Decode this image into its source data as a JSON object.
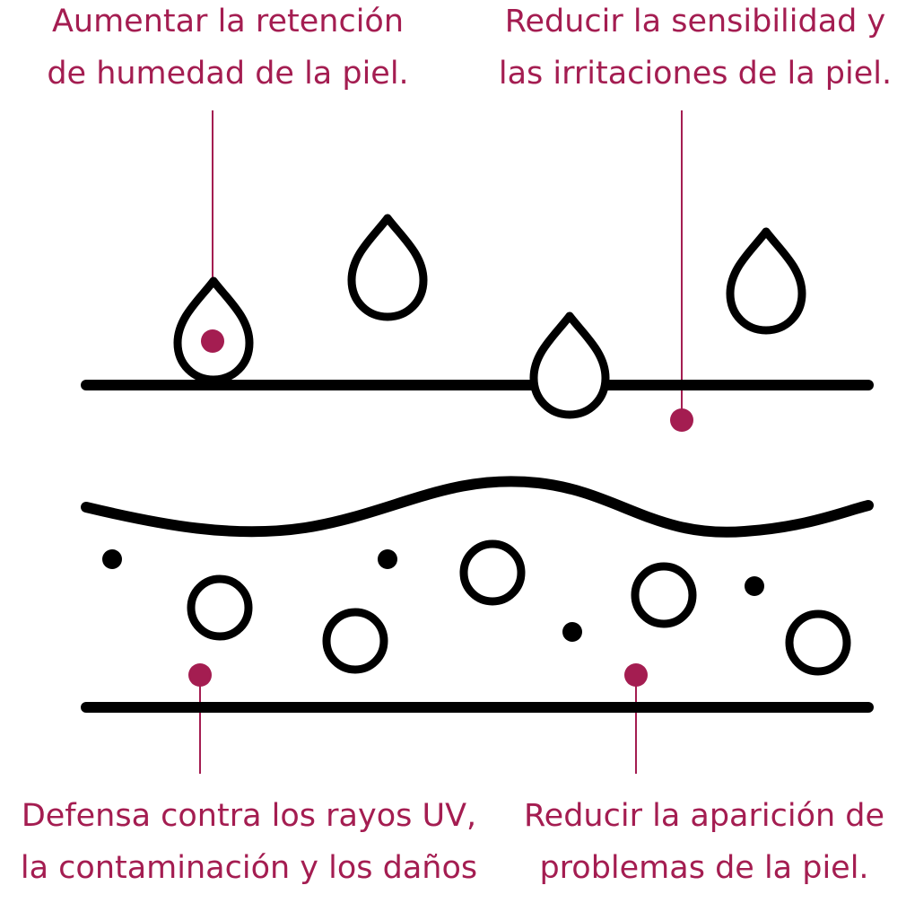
{
  "colors": {
    "accent": "#a41d51",
    "line": "#000000",
    "background": "#ffffff"
  },
  "labels": {
    "top_left": [
      "Aumentar la retención",
      "de humedad de la piel."
    ],
    "top_right": [
      "Reducir la sensibilidad y",
      "las irritaciones de la piel."
    ],
    "bottom_left": [
      "Defensa contra los rayos UV,",
      "la contaminación y los daños"
    ],
    "bottom_right": [
      "Reducir la aparición de",
      "problemas de la piel."
    ]
  },
  "icons": [
    "water-drop-icon",
    "bubble-icon",
    "particle-dot-icon",
    "marker-dot-icon"
  ]
}
